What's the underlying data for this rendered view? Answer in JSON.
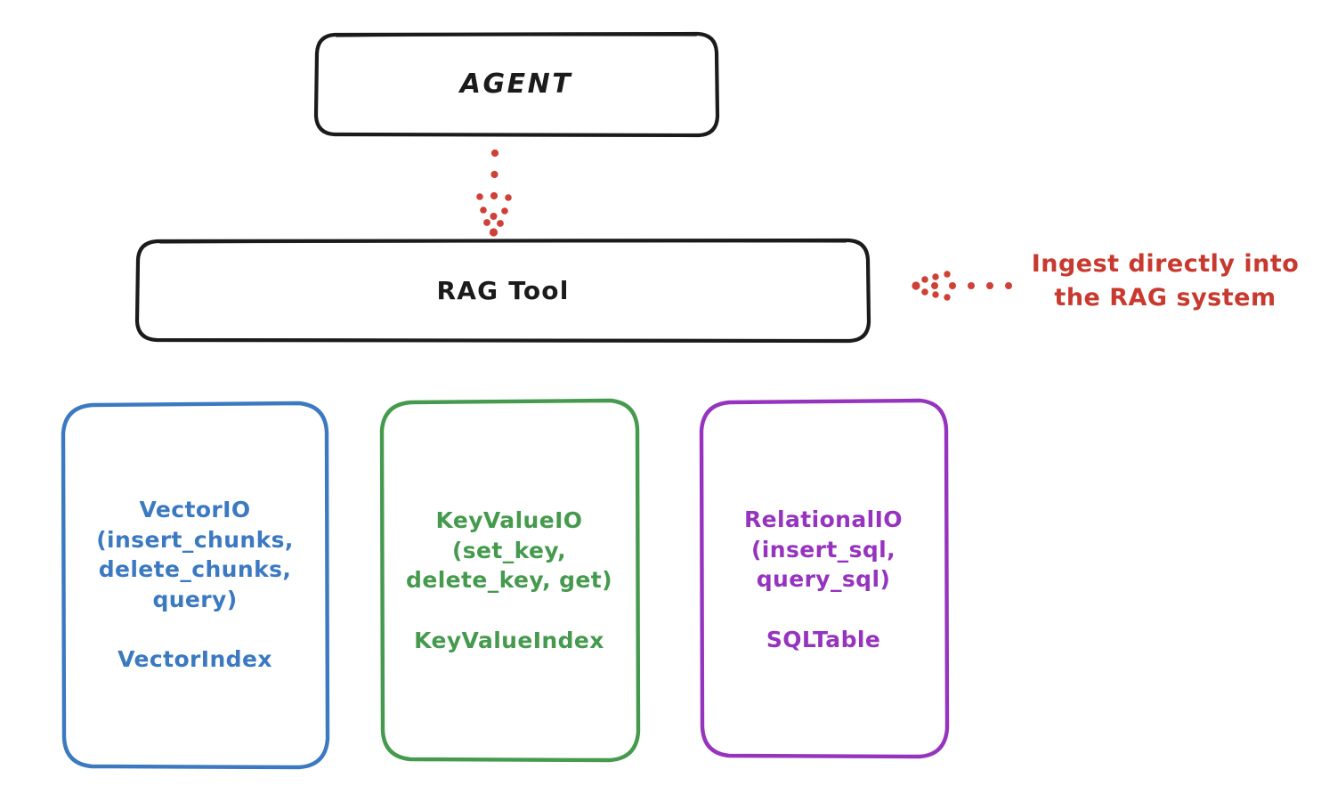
{
  "diagram": {
    "type": "architecture-flow",
    "background": "#ffffff",
    "style": "hand-drawn",
    "nodes": {
      "agent": {
        "label": "AGENT",
        "stroke": "#1b1b1b",
        "fill": "#ffffff"
      },
      "rag_tool": {
        "label": "RAG Tool",
        "stroke": "#1b1b1b",
        "fill": "#ffffff"
      },
      "vector_store": {
        "api": "VectorIO\n(insert_chunks,\ndelete_chunks,\nquery)",
        "index": "VectorIndex",
        "stroke": "#3b79c0",
        "fill": "#ffffff"
      },
      "keyvalue_store": {
        "api": "KeyValueIO\n(set_key,\ndelete_key, get)",
        "index": "KeyValueIndex",
        "stroke": "#459a4e",
        "fill": "#ffffff"
      },
      "relational_store": {
        "api": "RelationalIO\n(insert_sql,\nquery_sql)",
        "index": "SQLTable",
        "stroke": "#9634bf",
        "fill": "#ffffff"
      }
    },
    "connectors": {
      "agent_to_rag": {
        "style": "dotted",
        "direction": "down",
        "color": "#cf4037"
      },
      "ingest_arrow": {
        "style": "dotted",
        "direction": "left",
        "color": "#cf4037"
      }
    },
    "annotation": {
      "text": "Ingest directly into\nthe RAG system",
      "color": "#c8392f"
    }
  }
}
